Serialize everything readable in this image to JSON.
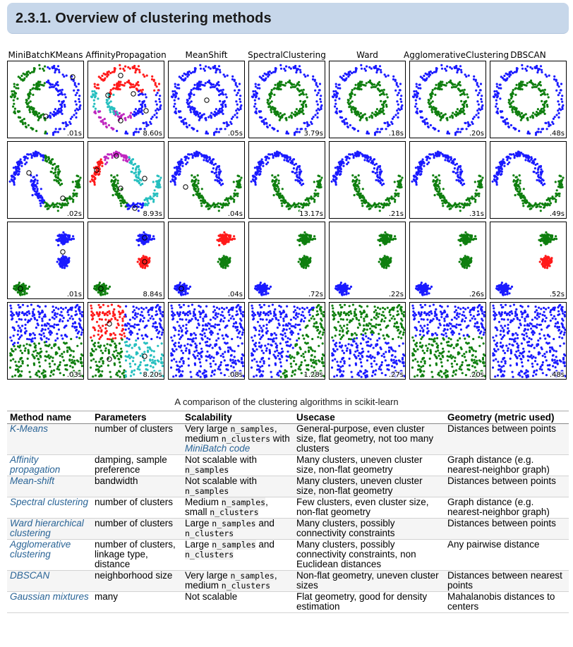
{
  "page": {
    "title": "2.3.1. Overview of clustering methods",
    "caption": "A comparison of the clustering algorithms in scikit-learn"
  },
  "grid": {
    "columns": [
      "MiniBatchKMeans",
      "AffinityPropagation",
      "MeanShift",
      "SpectralClustering",
      "Ward",
      "AgglomerativeClustering",
      "DBSCAN"
    ],
    "times": [
      [
        ".01s",
        "8.60s",
        ".05s",
        "3.79s",
        ".18s",
        ".20s",
        ".48s"
      ],
      [
        ".02s",
        "8.93s",
        ".04s",
        "13.17s",
        ".21s",
        ".31s",
        ".49s"
      ],
      [
        ".01s",
        "8.84s",
        ".04s",
        ".72s",
        ".22s",
        ".26s",
        ".52s"
      ],
      [
        ".03s",
        "8.20s",
        ".08s",
        "1.28s",
        ".27s",
        ".20s",
        ".48s"
      ]
    ],
    "colors": {
      "blue": "#1a1aff",
      "green": "#0f7f0f",
      "red": "#ff1a1a",
      "cyan": "#26bfbf",
      "magenta": "#bf26bf"
    }
  },
  "table": {
    "headers": [
      "Method name",
      "Parameters",
      "Scalability",
      "Usecase",
      "Geometry (metric used)"
    ],
    "rows": [
      {
        "method": "K-Means",
        "params": "number of clusters",
        "scal": [
          {
            "t": "Very large "
          },
          {
            "c": "n_samples"
          },
          {
            "t": ", medium "
          },
          {
            "c": "n_clusters"
          },
          {
            "t": " with "
          },
          {
            "l": "MiniBatch code"
          }
        ],
        "usecase": "General-purpose, even cluster size, flat geometry, not too many clusters",
        "geom": "Distances between points"
      },
      {
        "method": "Affinity propagation",
        "params": "damping, sample preference",
        "scal": [
          {
            "t": "Not scalable with "
          },
          {
            "c": "n_samples"
          }
        ],
        "usecase": "Many clusters, uneven cluster size, non-flat geometry",
        "geom": "Graph distance (e.g. nearest-neighbor graph)"
      },
      {
        "method": "Mean-shift",
        "params": "bandwidth",
        "scal": [
          {
            "t": "Not scalable with "
          },
          {
            "c": "n_samples"
          }
        ],
        "usecase": "Many clusters, uneven cluster size, non-flat geometry",
        "geom": "Distances between points"
      },
      {
        "method": "Spectral clustering",
        "params": "number of clusters",
        "scal": [
          {
            "t": "Medium "
          },
          {
            "c": "n_samples"
          },
          {
            "t": ", small "
          },
          {
            "c": "n_clusters"
          }
        ],
        "usecase": "Few clusters, even cluster size, non-flat geometry",
        "geom": "Graph distance (e.g. nearest-neighbor graph)"
      },
      {
        "method": "Ward hierarchical clustering",
        "params": "number of clusters",
        "scal": [
          {
            "t": "Large "
          },
          {
            "c": "n_samples"
          },
          {
            "t": " and "
          },
          {
            "c": "n_clusters"
          }
        ],
        "usecase": "Many clusters, possibly connectivity constraints",
        "geom": "Distances between points"
      },
      {
        "method": "Agglomerative clustering",
        "params": "number of clusters, linkage type, distance",
        "scal": [
          {
            "t": "Large "
          },
          {
            "c": "n_samples"
          },
          {
            "t": " and "
          },
          {
            "c": "n_clusters"
          }
        ],
        "usecase": "Many clusters, possibly connectivity constraints, non Euclidean distances",
        "geom": "Any pairwise distance"
      },
      {
        "method": "DBSCAN",
        "params": "neighborhood size",
        "scal": [
          {
            "t": "Very large "
          },
          {
            "c": "n_samples"
          },
          {
            "t": ", medium "
          },
          {
            "c": "n_clusters"
          }
        ],
        "usecase": "Non-flat geometry, uneven cluster sizes",
        "geom": "Distances between nearest points"
      },
      {
        "method": "Gaussian mixtures",
        "params": "many",
        "scal": [
          {
            "t": "Not scalable"
          }
        ],
        "usecase": "Flat geometry, good for density estimation",
        "geom": "Mahalanobis distances to centers"
      }
    ]
  }
}
